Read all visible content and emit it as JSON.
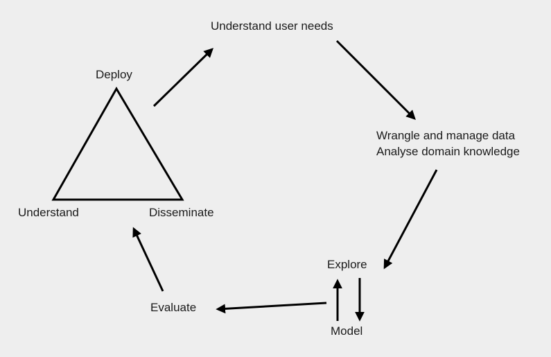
{
  "page": {
    "background_color": "#eeeeee",
    "line_color": "#000000",
    "text_color": "#1a1a1a"
  },
  "diagram": {
    "labels": {
      "deploy": "Deploy",
      "understand": "Understand",
      "disseminate": "Disseminate",
      "understand_user_needs": "Understand user needs",
      "wrangle_line1": "Wrangle and manage data",
      "wrangle_line2": "Analyse domain knowledge",
      "explore": "Explore",
      "model": "Model",
      "evaluate": "Evaluate"
    },
    "edges": [
      {
        "from": "Deploy triangle",
        "to": "Understand user needs"
      },
      {
        "from": "Understand user needs",
        "to": "Wrangle and manage data / Analyse domain knowledge"
      },
      {
        "from": "Wrangle and manage data / Analyse domain knowledge",
        "to": "Explore"
      },
      {
        "from": "Explore",
        "to": "Model"
      },
      {
        "from": "Model",
        "to": "Explore"
      },
      {
        "from": "Explore / Model",
        "to": "Evaluate"
      },
      {
        "from": "Evaluate",
        "to": "Understand-Disseminate-Deploy triangle"
      }
    ]
  }
}
